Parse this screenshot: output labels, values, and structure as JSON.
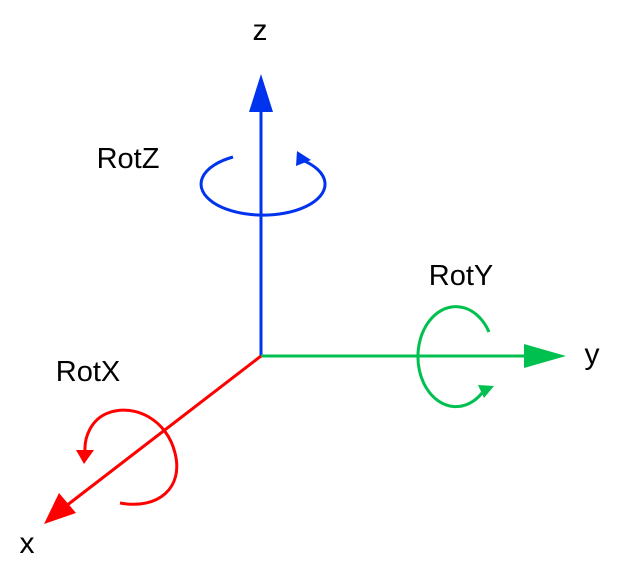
{
  "axes": {
    "z": {
      "label": "z",
      "color": "#0033ee"
    },
    "y": {
      "label": "y",
      "color": "#00c050"
    },
    "x": {
      "label": "x",
      "color": "#ff0000"
    }
  },
  "rotations": {
    "z": {
      "label": "RotZ",
      "color": "#0033ee"
    },
    "y": {
      "label": "RotY",
      "color": "#00c050"
    },
    "x": {
      "label": "RotX",
      "color": "#ff0000"
    }
  }
}
